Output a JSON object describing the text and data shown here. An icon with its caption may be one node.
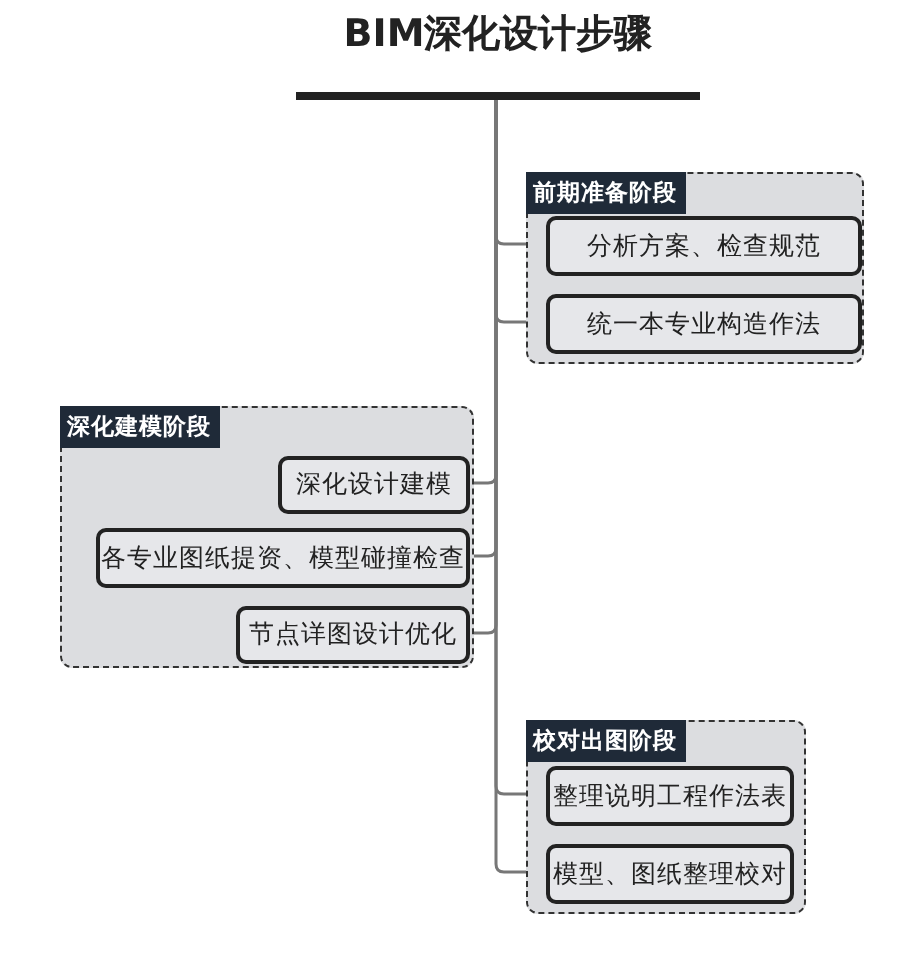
{
  "diagram": {
    "nodes": [
      {
        "text": [
          "BIM深化设计步骤"
        ]
      },
      {
        "text": [
          "前期准备阶段"
        ]
      },
      {
        "text": [
          "分析方案、检查规范"
        ],
        "in": 1
      },
      {
        "text": [
          "统一本专业构造作法"
        ],
        "in": 1
      },
      {
        "text": [
          "深化建模阶段"
        ]
      },
      {
        "text": [
          "深化设计建模"
        ],
        "in": 4
      },
      {
        "text": [
          "各专业图纸提资、模型碰撞检查"
        ],
        "in": 4
      },
      {
        "text": [
          "节点详图设计优化"
        ],
        "in": 4
      },
      {
        "text": [
          "校对出图阶段"
        ]
      },
      {
        "text": [
          "整理说明工程作法表"
        ],
        "in": 8
      },
      {
        "text": [
          "模型、图纸整理校对"
        ],
        "in": 8
      }
    ],
    "edges": [
      {
        "from": 0,
        "to": 2,
        "arrow": "none"
      },
      {
        "from": 0,
        "to": 3,
        "arrow": "none"
      },
      {
        "from": 0,
        "to": 5,
        "arrow": "none"
      },
      {
        "from": 0,
        "to": 6,
        "arrow": "none"
      },
      {
        "from": 0,
        "to": 7,
        "arrow": "none"
      },
      {
        "from": 0,
        "to": 9,
        "arrow": "none"
      },
      {
        "from": 0,
        "to": 10,
        "arrow": "none"
      }
    ]
  }
}
